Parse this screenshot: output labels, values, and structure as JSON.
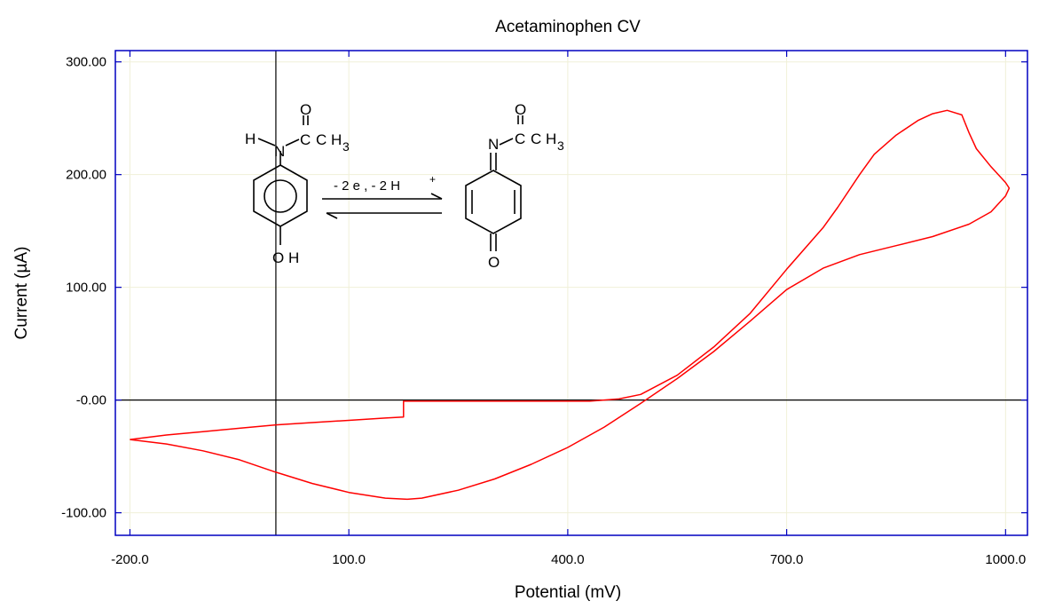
{
  "chart_data": {
    "type": "line",
    "title": "Acetaminophen CV",
    "xlabel": "Potential (mV)",
    "ylabel": "Current (µA)",
    "xlim": [
      -220,
      1030
    ],
    "ylim": [
      -120,
      310
    ],
    "x_ticks": [
      -200,
      100,
      400,
      700,
      1000
    ],
    "x_tick_labels": [
      "-200.0",
      "100.0",
      "400.0",
      "700.0",
      "1000.0"
    ],
    "y_ticks": [
      -100,
      0,
      100,
      200,
      300
    ],
    "y_tick_labels": [
      "-100.00",
      "-0.00",
      "100.00",
      "200.00",
      "300.00"
    ],
    "grid": true,
    "legend": "none",
    "colors": {
      "frame": "#0000c0",
      "series": "#ff0000",
      "grid": "#f0f0d8",
      "reference": "#000000"
    },
    "reference_lines": {
      "x": 0,
      "y": 0
    },
    "series": [
      {
        "x": [
          -200,
          -150,
          -100,
          -50,
          0,
          50,
          100,
          150,
          180,
          200,
          250,
          300,
          350,
          400,
          450,
          500,
          550,
          600,
          650,
          700,
          750,
          800,
          850,
          900,
          950,
          980,
          1000,
          1005,
          1000,
          980,
          960,
          950,
          940,
          920,
          900,
          880,
          850,
          820,
          800,
          770,
          750,
          700,
          650,
          600,
          550,
          500,
          470,
          450,
          430,
          400,
          300,
          200,
          180,
          175,
          175,
          150,
          100,
          50,
          0,
          -50,
          -100,
          -150,
          -200
        ],
        "y": [
          -35,
          -39,
          -45,
          -53,
          -64,
          -74,
          -82,
          -87,
          -88,
          -87,
          -80,
          -70,
          -57,
          -42,
          -24,
          -3,
          19,
          43,
          70,
          98,
          117,
          129,
          137,
          145,
          156,
          167,
          181,
          188,
          193,
          207,
          223,
          237,
          253,
          257,
          254,
          248,
          235,
          218,
          200,
          171,
          153,
          116,
          77,
          47,
          22,
          5,
          1,
          0,
          -1,
          -1,
          -1,
          -1,
          -1,
          -1,
          -15,
          -16,
          -18,
          -20,
          -22,
          -25,
          -28,
          -31,
          -35
        ]
      }
    ],
    "annotation": {
      "reaction_label": "- 2 e , - 2 H",
      "reaction_superscript": "+",
      "left_molecule": {
        "nh": "H",
        "n": "N",
        "o": "O",
        "c": "C",
        "ch3": "C H",
        "sub": "3",
        "oh": "O H"
      },
      "right_molecule": {
        "n": "N",
        "o": "O",
        "c": "C",
        "ch3": "C H",
        "sub": "3",
        "bottom_o": "O"
      }
    }
  }
}
